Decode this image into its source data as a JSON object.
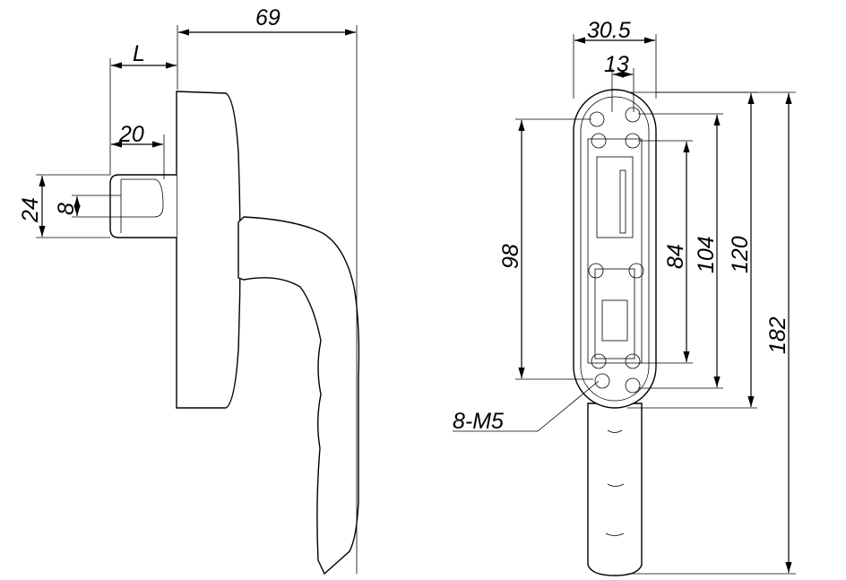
{
  "dimensions": {
    "overall_depth": "69",
    "spindle_length": "L",
    "spindle_visible": "20",
    "spindle_height": "24",
    "spindle_slot": "8",
    "rose_width": "30.5",
    "hole_spacing_x": "13",
    "hole_spacing_98": "98",
    "hole_spacing_84": "84",
    "length_104": "104",
    "rose_length": "120",
    "overall_length": "182"
  },
  "callout": "8-M5"
}
